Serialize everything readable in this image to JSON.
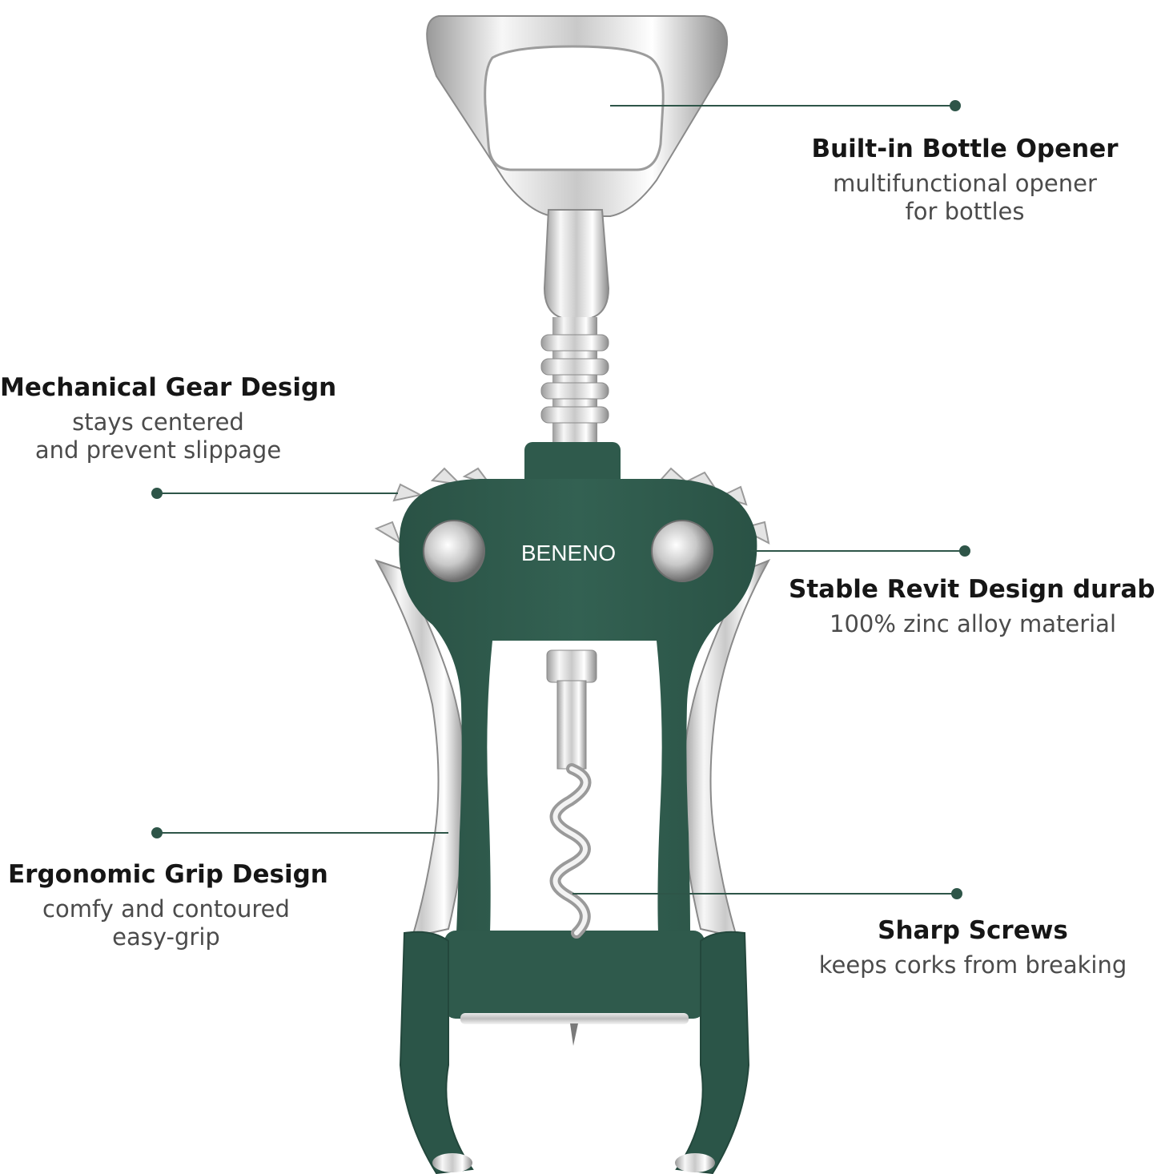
{
  "brand": {
    "logo_text": "BENENO"
  },
  "colors": {
    "body_green": "#2f5a4c",
    "body_green_dark": "#23473c",
    "chrome_light": "#f2f2f2",
    "chrome_dark": "#8a8a8a",
    "callout_line": "#2e5548",
    "title_text": "#161616",
    "desc_text": "#4b4b4b"
  },
  "features": [
    {
      "id": "bottle-opener",
      "title": "Built-in Bottle Opener",
      "description": "multifunctional opener\nfor bottles"
    },
    {
      "id": "gear",
      "title": "Mechanical Gear Design",
      "description": "stays centered\nand prevent slippage"
    },
    {
      "id": "rivet",
      "title": "Stable Revit Design durable",
      "description": "100% zinc alloy material"
    },
    {
      "id": "grip",
      "title": "Ergonomic Grip Design",
      "description": "comfy and contoured\neasy-grip"
    },
    {
      "id": "screws",
      "title": "Sharp Screws",
      "description": "keeps corks from breaking"
    }
  ]
}
